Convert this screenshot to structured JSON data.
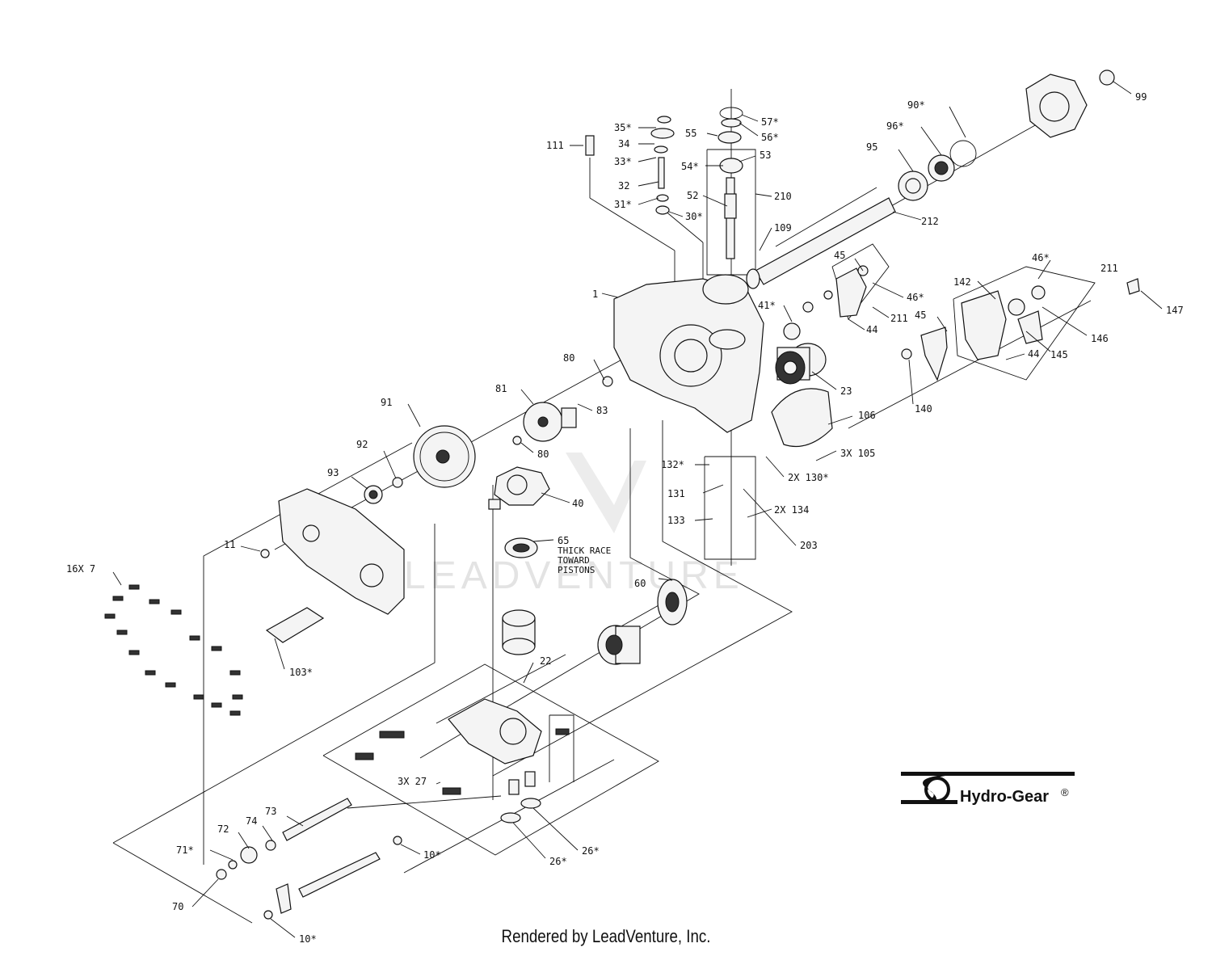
{
  "diagram": {
    "watermark": "LEADVENTURE",
    "footer": "Rendered by LeadVenture, Inc.",
    "brand": {
      "name": "Hydro-Gear",
      "mark": "®"
    },
    "note_lines": [
      "THICK RACE",
      "TOWARD",
      "PISTONS"
    ],
    "labels": [
      {
        "id": "99",
        "text": "99"
      },
      {
        "id": "90",
        "text": "90*"
      },
      {
        "id": "96",
        "text": "96*"
      },
      {
        "id": "95",
        "text": "95"
      },
      {
        "id": "212",
        "text": "212"
      },
      {
        "id": "57",
        "text": "57*"
      },
      {
        "id": "56",
        "text": "56*"
      },
      {
        "id": "55",
        "text": "55"
      },
      {
        "id": "54",
        "text": "54*"
      },
      {
        "id": "53",
        "text": "53"
      },
      {
        "id": "52",
        "text": "52"
      },
      {
        "id": "210",
        "text": "210"
      },
      {
        "id": "109",
        "text": "109"
      },
      {
        "id": "35",
        "text": "35*"
      },
      {
        "id": "34",
        "text": "34"
      },
      {
        "id": "33",
        "text": "33*"
      },
      {
        "id": "32",
        "text": "32"
      },
      {
        "id": "31",
        "text": "31*"
      },
      {
        "id": "30",
        "text": "30*"
      },
      {
        "id": "111",
        "text": "111"
      },
      {
        "id": "1",
        "text": "1"
      },
      {
        "id": "45a",
        "text": "45"
      },
      {
        "id": "46a",
        "text": "46*"
      },
      {
        "id": "211a",
        "text": "211"
      },
      {
        "id": "44a",
        "text": "44"
      },
      {
        "id": "41",
        "text": "41*"
      },
      {
        "id": "23",
        "text": "23"
      },
      {
        "id": "46b",
        "text": "46*"
      },
      {
        "id": "211b",
        "text": "211"
      },
      {
        "id": "142",
        "text": "142"
      },
      {
        "id": "147",
        "text": "147"
      },
      {
        "id": "45b",
        "text": "45"
      },
      {
        "id": "146",
        "text": "146"
      },
      {
        "id": "145",
        "text": "145"
      },
      {
        "id": "44b",
        "text": "44"
      },
      {
        "id": "140",
        "text": "140"
      },
      {
        "id": "80a",
        "text": "80"
      },
      {
        "id": "81",
        "text": "81"
      },
      {
        "id": "83",
        "text": "83"
      },
      {
        "id": "80b",
        "text": "80"
      },
      {
        "id": "91",
        "text": "91"
      },
      {
        "id": "92",
        "text": "92"
      },
      {
        "id": "93",
        "text": "93"
      },
      {
        "id": "106",
        "text": "106"
      },
      {
        "id": "105",
        "text": "3X 105"
      },
      {
        "id": "132",
        "text": "132*"
      },
      {
        "id": "130",
        "text": "2X 130*"
      },
      {
        "id": "131",
        "text": "131"
      },
      {
        "id": "134",
        "text": "2X 134"
      },
      {
        "id": "133",
        "text": "133"
      },
      {
        "id": "203",
        "text": "203"
      },
      {
        "id": "40",
        "text": "40"
      },
      {
        "id": "11",
        "text": "11"
      },
      {
        "id": "65",
        "text": "65"
      },
      {
        "id": "7",
        "text": "16X 7"
      },
      {
        "id": "60",
        "text": "60"
      },
      {
        "id": "103",
        "text": "103*"
      },
      {
        "id": "22",
        "text": "22"
      },
      {
        "id": "27",
        "text": "3X 27"
      },
      {
        "id": "73",
        "text": "73"
      },
      {
        "id": "74",
        "text": "74"
      },
      {
        "id": "72",
        "text": "72"
      },
      {
        "id": "71",
        "text": "71*"
      },
      {
        "id": "70",
        "text": "70"
      },
      {
        "id": "10a",
        "text": "10*"
      },
      {
        "id": "26a",
        "text": "26*"
      },
      {
        "id": "26b",
        "text": "26*"
      },
      {
        "id": "10b",
        "text": "10*"
      }
    ]
  }
}
